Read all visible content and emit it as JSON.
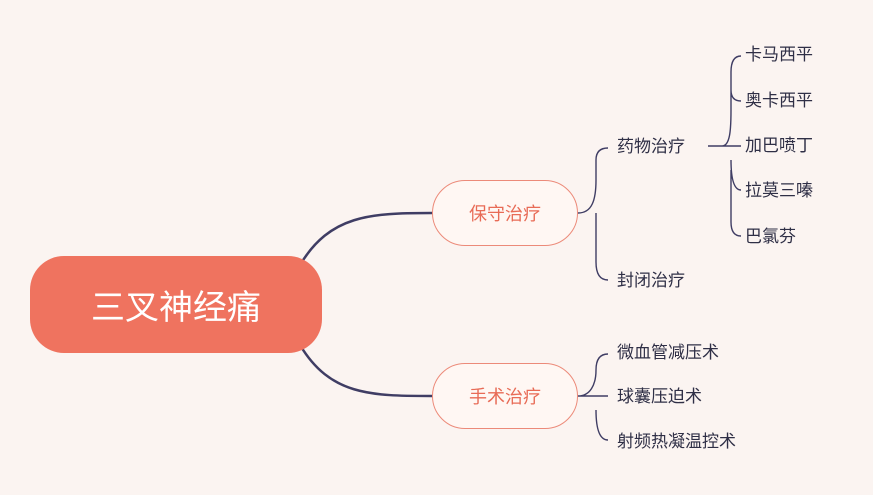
{
  "root": {
    "label": "三叉神经痛"
  },
  "branches": [
    {
      "label": "保守治疗",
      "children": [
        {
          "label": "药物治疗",
          "children": [
            "卡马西平",
            "奥卡西平",
            "加巴喷丁",
            "拉莫三嗪",
            "巴氯芬"
          ]
        },
        {
          "label": "封闭治疗"
        }
      ]
    },
    {
      "label": "手术治疗",
      "children": [
        {
          "label": "微血管减压术"
        },
        {
          "label": "球囊压迫术"
        },
        {
          "label": "射频热凝温控术"
        }
      ]
    }
  ],
  "colors": {
    "root": "#ef735f",
    "branch_border": "#ec8a79",
    "branch_text": "#e86b56",
    "line": "#3f3d64",
    "background": "#fbf4f1"
  }
}
